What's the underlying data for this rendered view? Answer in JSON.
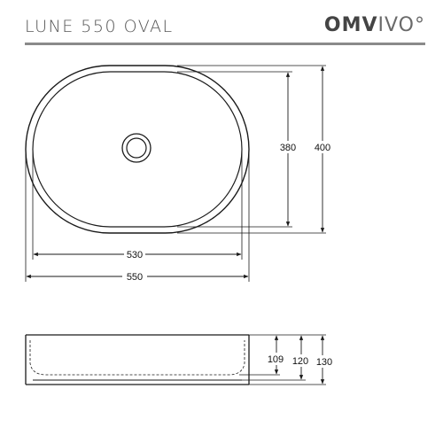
{
  "header": {
    "title": "LUNE 550 OVAL",
    "brand_bold": "OMV",
    "brand_light": "IVO",
    "brand_mark": "°"
  },
  "top_view": {
    "dim_inner_width": "530",
    "dim_outer_width": "550",
    "dim_inner_depth": "380",
    "dim_outer_depth": "400"
  },
  "side_view": {
    "dim_inner_height": "109",
    "dim_mid_height": "120",
    "dim_outer_height": "130"
  },
  "colors": {
    "line": "#1a1a1a",
    "rule": "#8a8a8a",
    "text": "#555555"
  }
}
